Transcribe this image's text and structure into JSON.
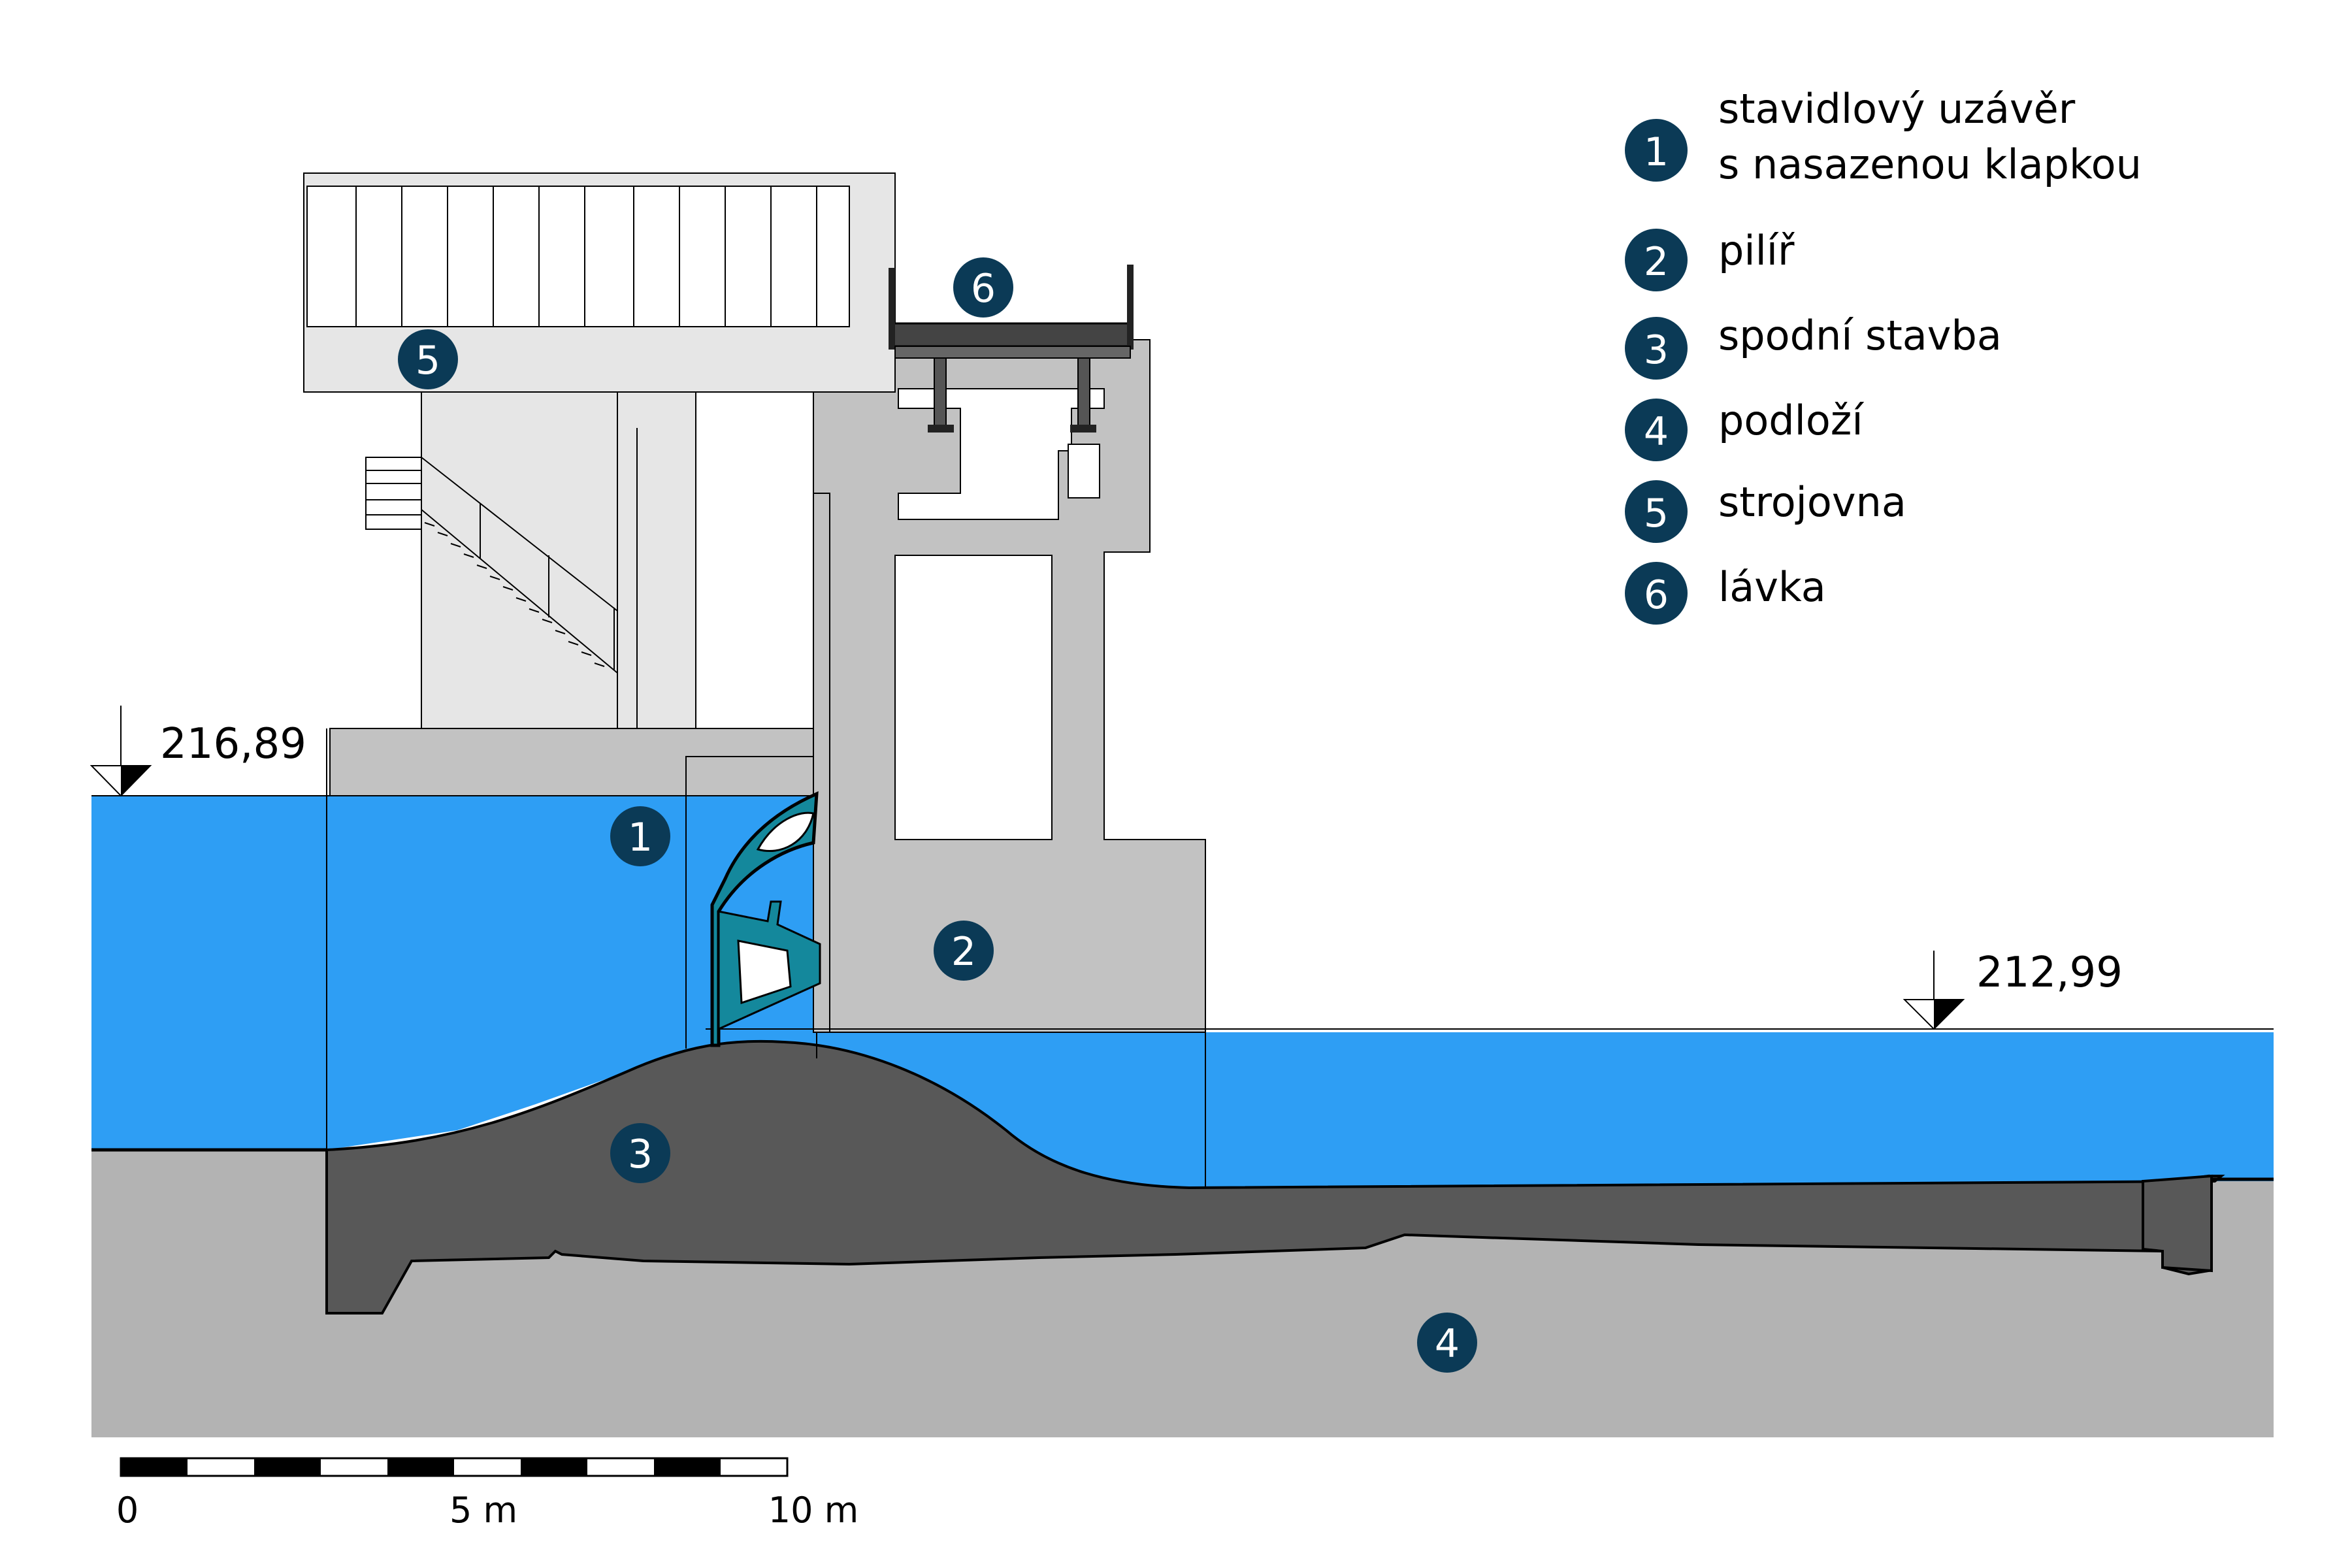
{
  "colors": {
    "water": "#2e9ef4",
    "subsoil": "#b3b3b3",
    "substructure": "#585858",
    "pier": "#c2c2c2",
    "machine_room": "#e6e6e6",
    "gate": "#14889c",
    "marker": "#0b3a56",
    "bridge": "#444444"
  },
  "legend": [
    {
      "num": "1",
      "lines": [
        "stavidlový uzávěr",
        "s nasazenou klapkou"
      ]
    },
    {
      "num": "2",
      "lines": [
        "pilíř"
      ]
    },
    {
      "num": "3",
      "lines": [
        "spodní stavba"
      ]
    },
    {
      "num": "4",
      "lines": [
        "podloží"
      ]
    },
    {
      "num": "5",
      "lines": [
        "strojovna"
      ]
    },
    {
      "num": "6",
      "lines": [
        "lávka"
      ]
    }
  ],
  "markers": [
    "1",
    "2",
    "3",
    "4",
    "5",
    "6"
  ],
  "levels": {
    "upstream": "216,89",
    "downstream": "212,99"
  },
  "scale_bar": {
    "labels": [
      "0",
      "5 m",
      "10 m"
    ],
    "segments": 10,
    "length_m": 10
  }
}
